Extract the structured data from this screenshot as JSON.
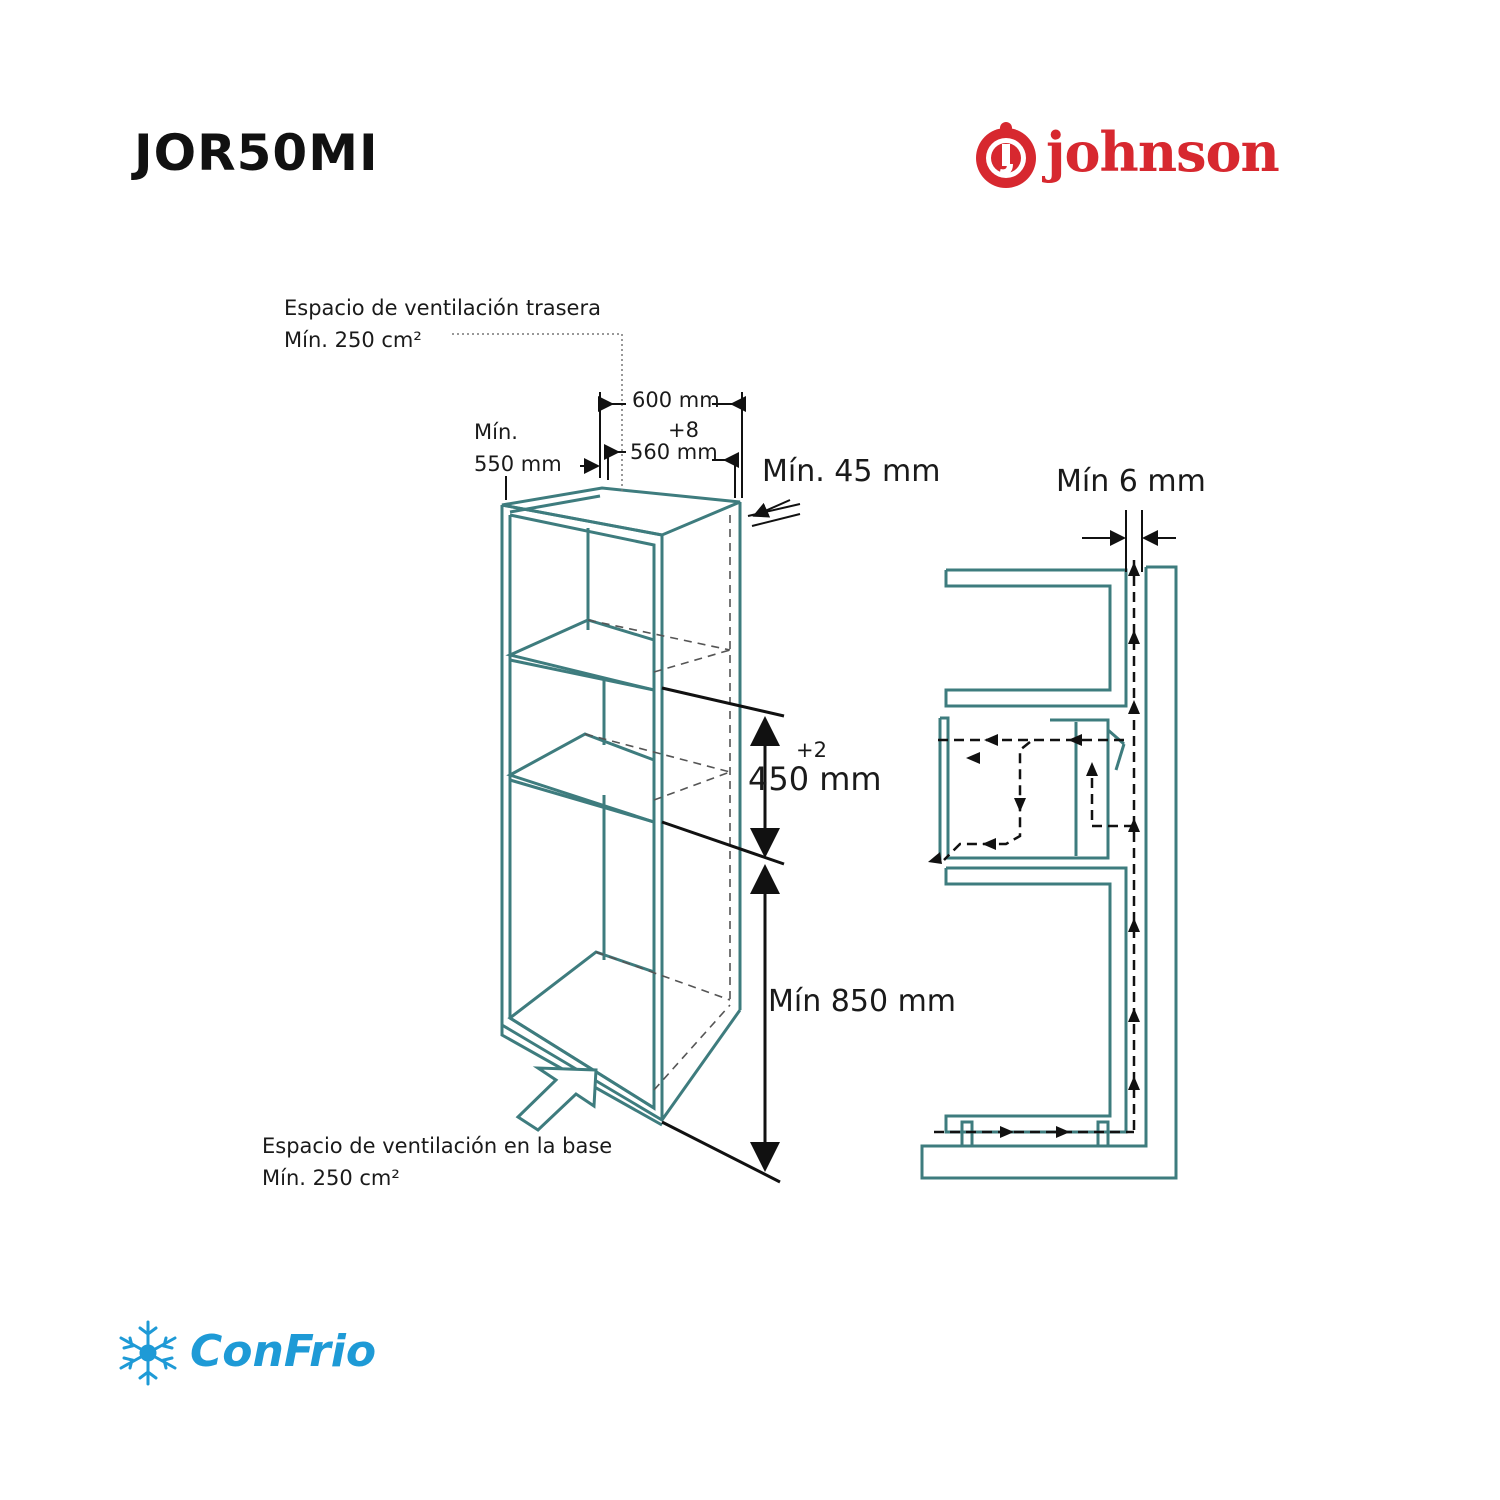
{
  "header": {
    "model": "JOR50MI",
    "brand": "johnson"
  },
  "labels": {
    "rear_vent_title": "Espacio de ventilación trasera",
    "rear_vent_min": "Mín. 250 cm²",
    "width_600": "600 mm",
    "tol_8": "+8",
    "width_560": "560 mm",
    "depth_min": "Mín.",
    "depth_550": "550 mm",
    "gap_45": "Mín. 45 mm",
    "tol_2": "+2",
    "height_450": "450 mm",
    "height_850": "Mín 850 mm",
    "base_vent_title": "Espacio de ventilación en la base",
    "base_vent_min": "Mín. 250 cm²",
    "gap_6": "Mín 6 mm"
  },
  "footer": {
    "brand": "ConFrio"
  },
  "colors": {
    "cabinet_outline": "#3e7c7e",
    "brand_red": "#d7282f",
    "footer_blue": "#1e9ad6",
    "dimension_line": "#111111"
  }
}
